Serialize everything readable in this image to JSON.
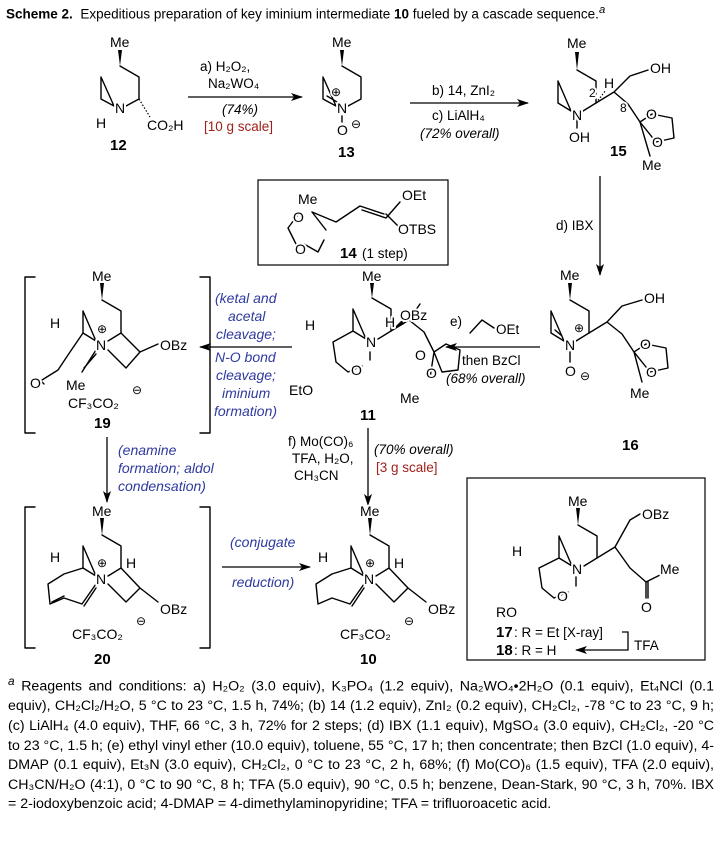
{
  "title": {
    "scheme_label": "Scheme 2.",
    "text": "Expeditious preparation of key iminium intermediate",
    "compound": "10",
    "text_end": "fueled by a cascade sequence.",
    "footnote_mark": "a"
  },
  "compounds": {
    "c12": {
      "label": "12",
      "atoms": [
        "Me",
        "N",
        "H",
        "CO₂H"
      ]
    },
    "c13": {
      "label": "13",
      "atoms": [
        "Me",
        "N",
        "O",
        "⊕",
        "⊖"
      ]
    },
    "c15": {
      "label": "15",
      "atoms": [
        "Me",
        "N",
        "OH",
        "2",
        "H",
        "8",
        "OH",
        "O",
        "O",
        "Me"
      ]
    },
    "c14": {
      "label": "14",
      "note": "(1 step)",
      "atoms": [
        "Me",
        "O",
        "O",
        "OEt",
        "OTBS"
      ]
    },
    "c16": {
      "label": "16",
      "atoms": [
        "Me",
        "N",
        "O",
        "⊕",
        "⊖",
        "OH",
        "O",
        "O",
        "Me"
      ]
    },
    "c11": {
      "label": "11",
      "atoms": [
        "Me",
        "H",
        "N",
        "O",
        "EtO",
        "H",
        "OBz",
        "O",
        "O",
        "Me"
      ]
    },
    "c19": {
      "label": "19",
      "atoms": [
        "Me",
        "H",
        "N",
        "⊕",
        "O",
        "Me",
        "OBz",
        "CF₃CO₂",
        "⊖"
      ]
    },
    "c20": {
      "label": "20",
      "atoms": [
        "Me",
        "H",
        "N",
        "⊕",
        "H",
        "OBz",
        "CF₃CO₂",
        "⊖"
      ]
    },
    "c10": {
      "label": "10",
      "atoms": [
        "Me",
        "H",
        "N",
        "⊕",
        "H",
        "OBz",
        "CF₃CO₂",
        "⊖"
      ]
    },
    "c17": {
      "atoms": [
        "Me",
        "OBz",
        "N",
        "O",
        "RO",
        "H",
        "O",
        "Me"
      ],
      "line1_label": "17",
      "line1_text": ": R = Et [X-ray]",
      "line2_label": "18",
      "line2_text": ": R = H",
      "tfa": "TFA"
    }
  },
  "arrows": {
    "a": {
      "line1": "a) H₂O₂,",
      "line2": "Na₂WO₄",
      "yield": "(74%)",
      "scale": "[10 g scale]"
    },
    "bc": {
      "line1": "b) 14, ZnI₂",
      "line2": "c) LiAlH₄",
      "yield": "(72% overall)"
    },
    "d": {
      "text": "d) IBX"
    },
    "e": {
      "label": "e)",
      "reagent": "OEt",
      "line2": "then BzCl",
      "yield": "(68% overall)"
    },
    "cascade": {
      "lines": [
        "(ketal and",
        "acetal",
        "cleavage;",
        "N-O bond",
        "cleavage;",
        "iminium",
        "formation)"
      ]
    },
    "enamine": {
      "lines": [
        "(enamine",
        "formation; aldol",
        "condensation)"
      ]
    },
    "f": {
      "lines": [
        "f) Mo(CO)₆",
        "TFA, H₂O,",
        "CH₃CN"
      ],
      "yield": "(70% overall)",
      "scale": "[3 g scale]"
    },
    "conj": {
      "lines": [
        "(conjugate",
        "reduction)"
      ]
    }
  },
  "footnote": {
    "mark": "a",
    "text": "Reagents and conditions: a) H₂O₂ (3.0 equiv), K₃PO₄ (1.2 equiv), Na₂WO₄•2H₂O (0.1 equiv), Et₄NCl (0.1 equiv), CH₂Cl₂/H₂O, 5 °C to 23 °C, 1.5 h, 74%; (b) 14 (1.2 equiv), ZnI₂ (0.2 equiv), CH₂Cl₂, -78 °C to 23 °C, 9 h; (c) LiAlH₄ (4.0 equiv), THF, 66 °C, 3 h, 72% for 2 steps; (d) IBX (1.1 equiv), MgSO₄ (3.0 equiv), CH₂Cl₂, -20 °C to 23 °C, 1.5 h; (e) ethyl vinyl ether (10.0 equiv), toluene, 55 °C, 17 h; then concentrate; then BzCl (1.0 equiv), 4-DMAP (0.1 equiv), Et₃N (3.0 equiv), CH₂Cl₂, 0 °C to 23 °C, 2 h, 68%; (f) Mo(CO)₆ (1.5 equiv), TFA (2.0 equiv), CH₃CN/H₂O (4:1), 0 °C to 90 °C, 8 h; TFA (5.0 equiv), 90 °C, 0.5 h; benzene, Dean-Stark, 90 °C, 3 h, 70%. IBX = 2-iodoxybenzoic acid; 4-DMAP = 4-dimethylaminopyridine; TFA = trifluoroacetic acid."
  }
}
